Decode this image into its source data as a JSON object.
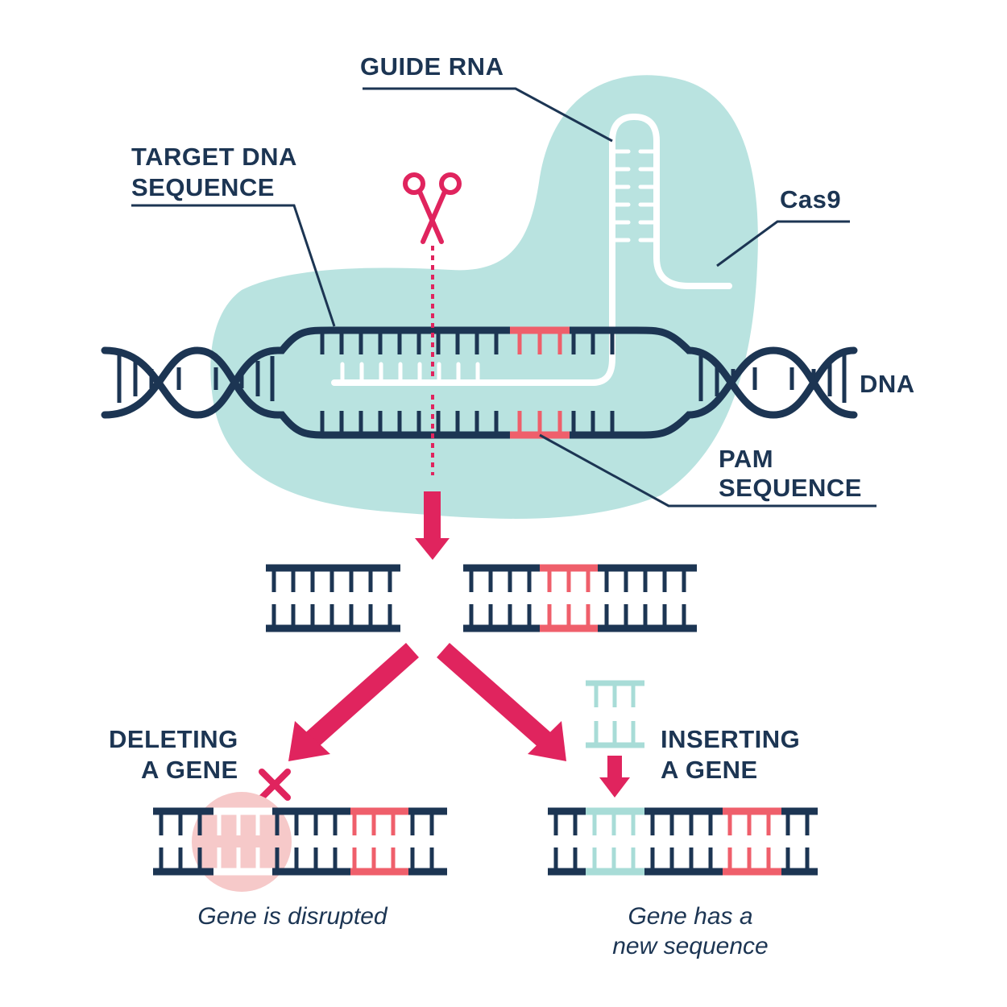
{
  "labels": {
    "guide_rna": "GUIDE RNA",
    "target_line1": "TARGET DNA",
    "target_line2": "SEQUENCE",
    "cas9": "Cas9",
    "dna": "DNA",
    "pam_line1": "PAM",
    "pam_line2": "SEQUENCE",
    "delete_line1": "DELETING",
    "delete_line2": "A GENE",
    "insert_line1": "INSERTING",
    "insert_line2": "A GENE"
  },
  "captions": {
    "disrupted": "Gene is disrupted",
    "new_seq_line1": "Gene has a",
    "new_seq_line2": "new sequence"
  },
  "colors": {
    "navy": "#1c3553",
    "magenta": "#e0245e",
    "pam_red": "#ef5f6b",
    "cas9_teal": "#b9e3e0",
    "insert_teal": "#a8dcd7",
    "delete_pink": "#f6c9c9"
  }
}
